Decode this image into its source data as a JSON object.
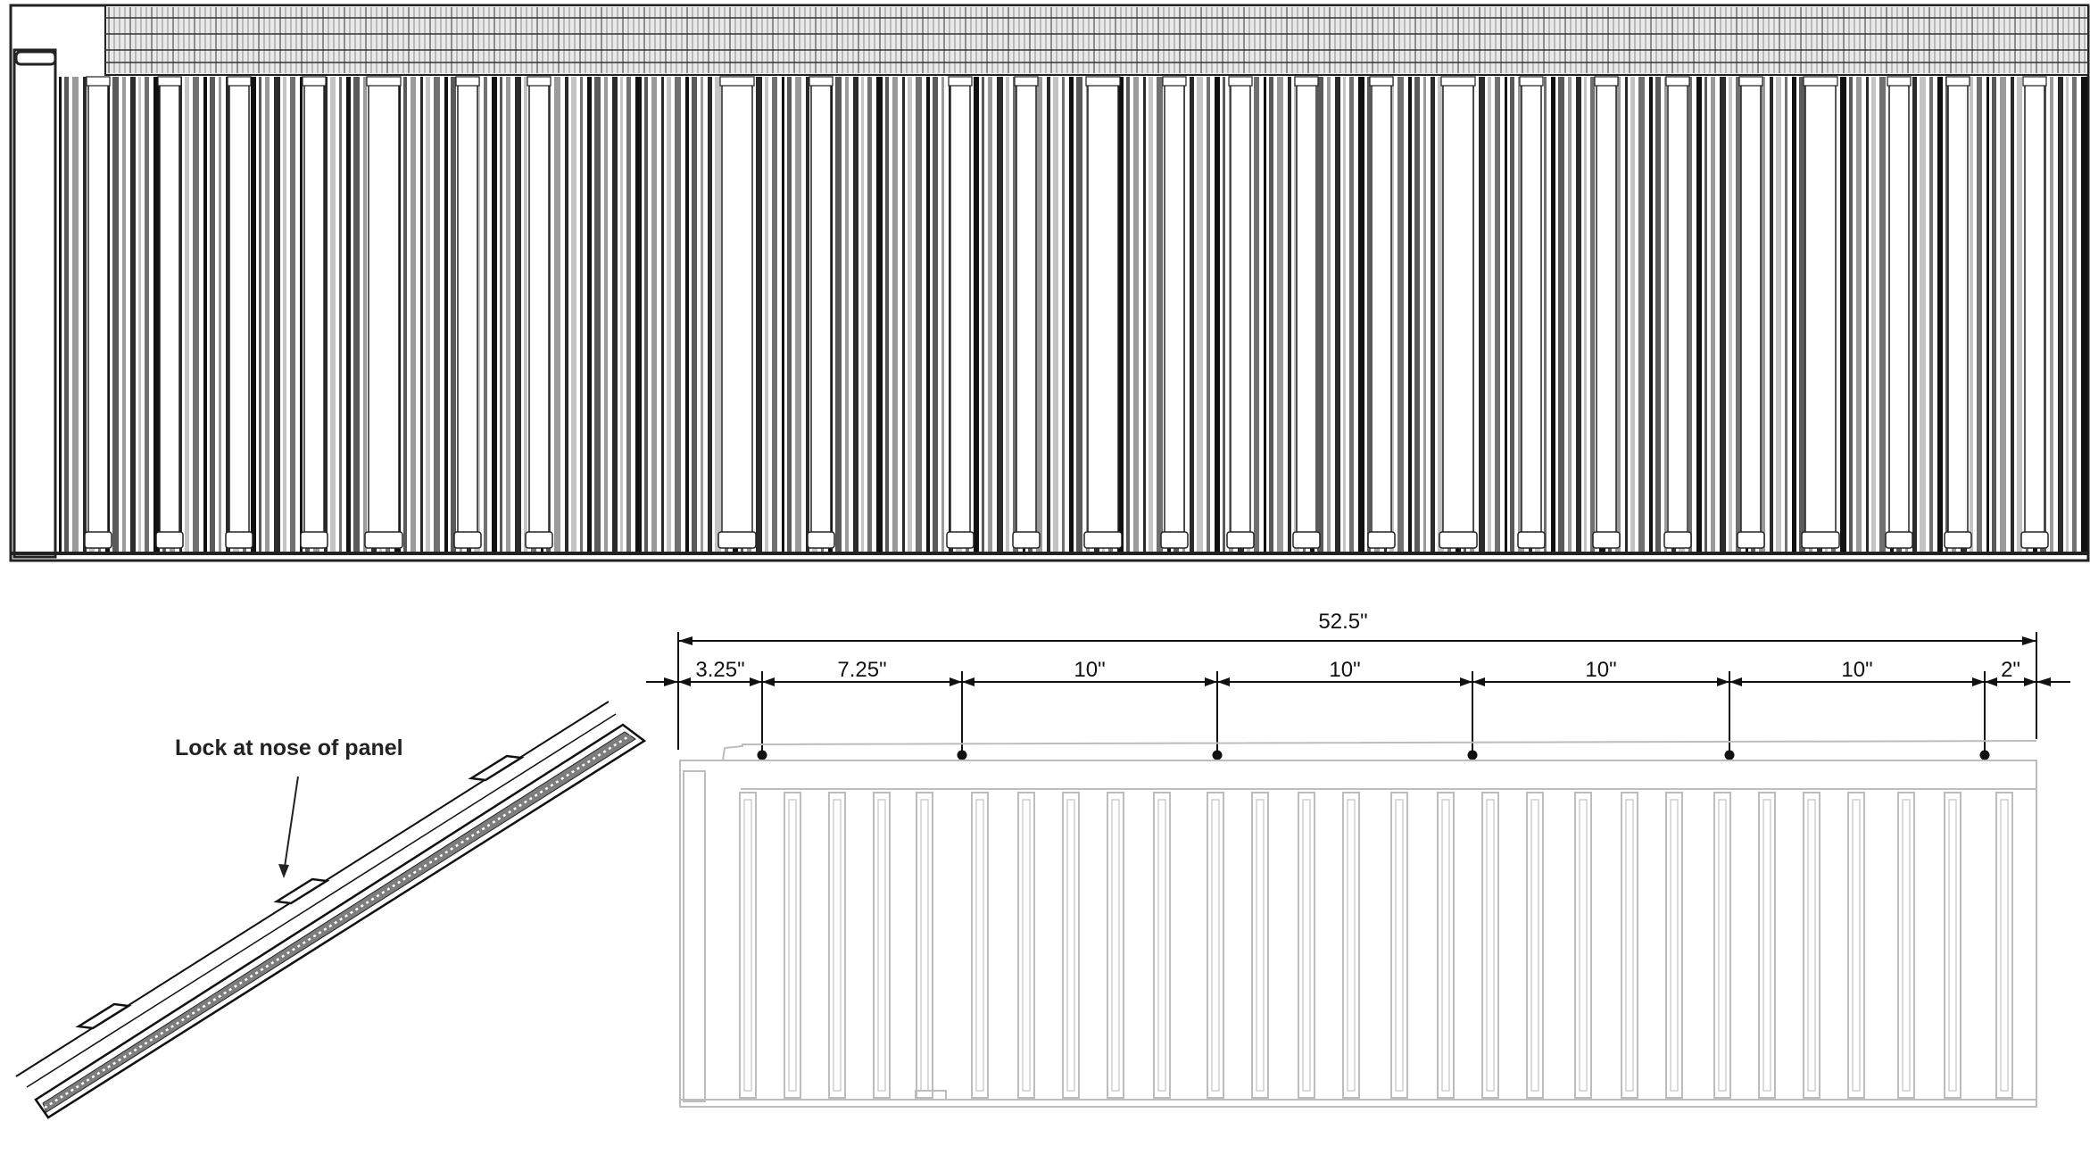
{
  "callout": {
    "label": "Lock at nose of panel"
  },
  "dimensions": {
    "overall": "52.5\"",
    "segments": [
      "3.25\"",
      "7.25\"",
      "10\"",
      "10\"",
      "10\"",
      "10\"",
      "2\""
    ]
  },
  "colors": {
    "line": "#111111",
    "light_line": "#bdbdbd",
    "panel_gray": "#7d7d7d"
  }
}
